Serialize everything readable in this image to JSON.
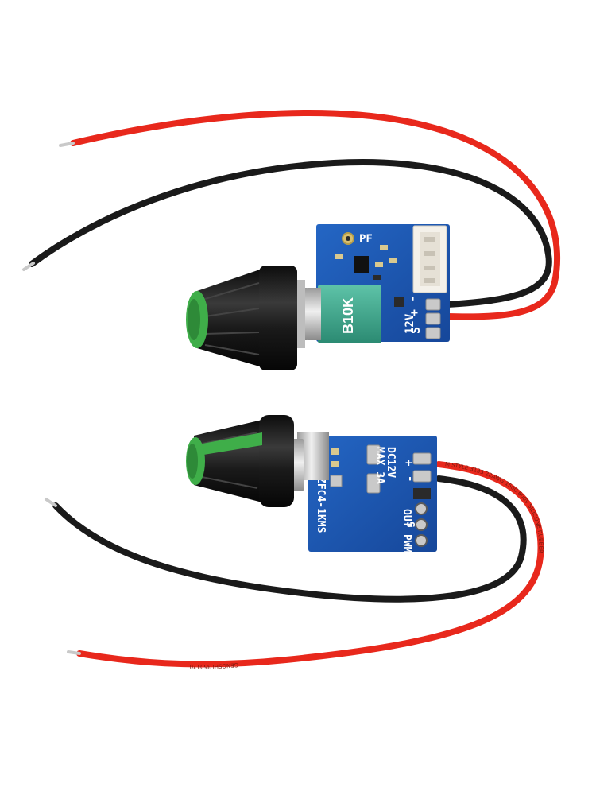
{
  "colors": {
    "background": "#ffffff",
    "pcb_blue": "#1e5ab4",
    "red_wire": "#e8281c",
    "black_wire": "#1a1a1a",
    "knob_black": "#161616",
    "knob_green": "#3fae49",
    "pot_green": "#3aa48c"
  },
  "top_module": {
    "silkscreen_pf": "PF",
    "pot_marking": "B10K",
    "voltage_label": "12V",
    "pin_plus": "+",
    "pin_minus": "-",
    "pin_s": "S"
  },
  "bottom_module": {
    "dc_label": "DC12V",
    "max_label": "MAX 3A",
    "model_label": "ZFC4-1KMS",
    "out_label": "OUT",
    "pwm_label": "PWM",
    "pin_plus": "+",
    "pin_minus": "-",
    "pin_s": "S"
  },
  "wire_print": {
    "line1": "M STYLE 3135 22AWG 150C 600V SILICONE RUBBER",
    "line2": "GENOSHI 350170"
  }
}
